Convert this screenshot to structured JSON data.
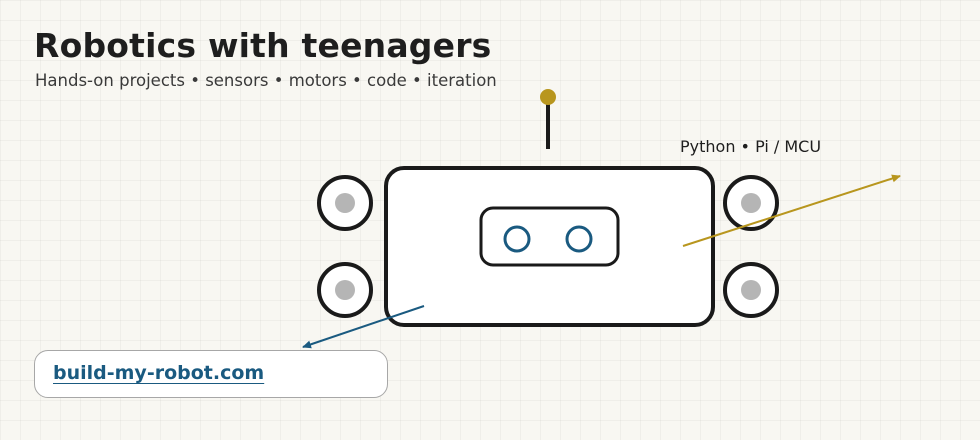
{
  "header": {
    "title": "Robotics with teenagers",
    "subtitle": "Hands-on projects • sensors • motors • code • iteration"
  },
  "annotation": {
    "label": "Python • Pi / MCU"
  },
  "cta": {
    "link_text": "build-my-robot.com"
  },
  "colors": {
    "background": "#f8f7f2",
    "outline": "#1a1a1a",
    "antenna_tip": "#b8961e",
    "eye": "#1a5a80",
    "wheel_hub": "#b5b5b5",
    "arrow_gold": "#b8961e",
    "arrow_blue": "#1a5a80",
    "link": "#1a5a80"
  },
  "icons": {
    "robot": "robot-icon",
    "arrow_to_annotation": "arrow-up-right-icon",
    "arrow_to_link": "arrow-down-left-icon"
  }
}
